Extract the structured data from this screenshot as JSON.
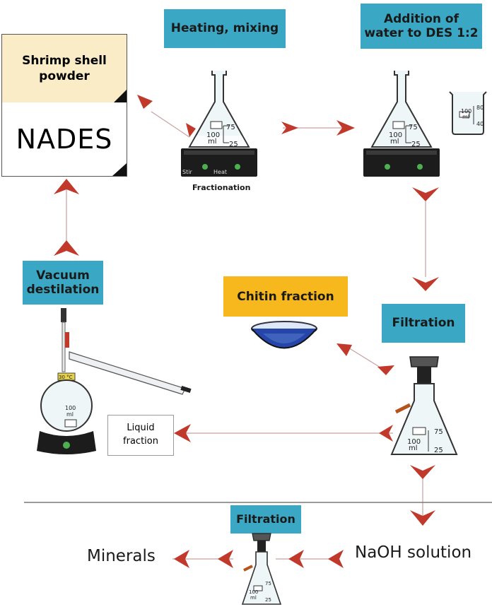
{
  "labels": {
    "heating_mixing": "Heating, mixing",
    "addition_line1": "Addition of",
    "addition_line2": "water to DES 1:2",
    "vacuum_line1": "Vacuum",
    "vacuum_line2": "destilation",
    "chitin_fraction": "Chitin fraction",
    "filtration_1": "Filtration",
    "filtration_2": "Filtration"
  },
  "source": {
    "line1": "Shrimp shell",
    "line2": "powder",
    "nades": "NADES"
  },
  "texts": {
    "fractionation": "Fractionation",
    "liquid_line1": "Liquid",
    "liquid_line2": "fraction",
    "naoh": "NaOH solution",
    "minerals": "Minerals"
  },
  "flask_marks": {
    "vol": "100",
    "unit": "ml",
    "m75": "75",
    "m25": "25",
    "beaker_80": "80",
    "beaker_40": "40",
    "beaker_100": "100",
    "beaker_ml": "ml",
    "stir": "Stir",
    "heat": "Heat",
    "temp": "30 °C"
  },
  "colors": {
    "label_bg": "#3aa8c4",
    "chitin_bg": "#f6b81c",
    "source_top_bg": "#fbecc8",
    "arrow": "#c0392b"
  }
}
